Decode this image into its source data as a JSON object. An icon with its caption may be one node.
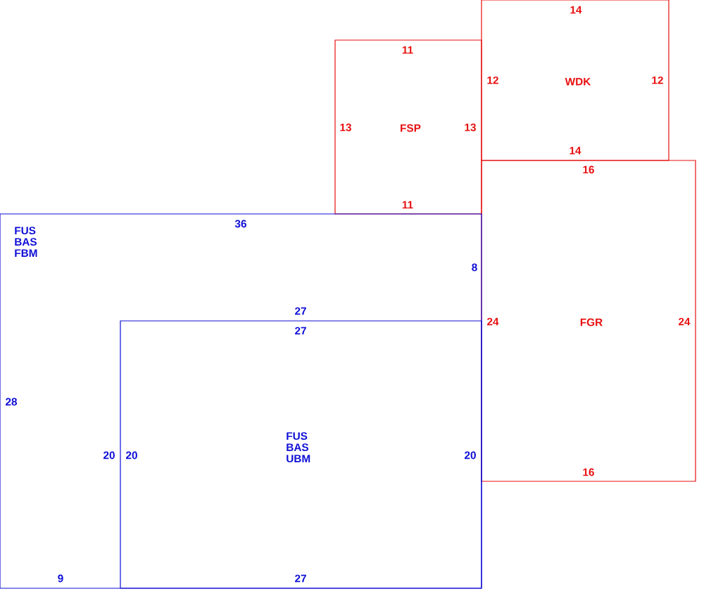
{
  "diagram": {
    "nodes": [
      {
        "text": [
          "FSP"
        ]
      },
      {
        "text": [
          "WDK"
        ]
      },
      {
        "text": [
          "FGR"
        ]
      },
      {
        "text": [
          "FUS BAS FBM"
        ]
      },
      {
        "text": [
          "FUS BAS UBM"
        ],
        "in": 3
      }
    ],
    "labels": [
      "14",
      "11",
      "12",
      "12",
      "13",
      "13",
      "14",
      "16",
      "11",
      "36",
      "8",
      "27",
      "24",
      "24",
      "27",
      "28",
      "20",
      "20",
      "20",
      "16",
      "9",
      "27"
    ]
  }
}
